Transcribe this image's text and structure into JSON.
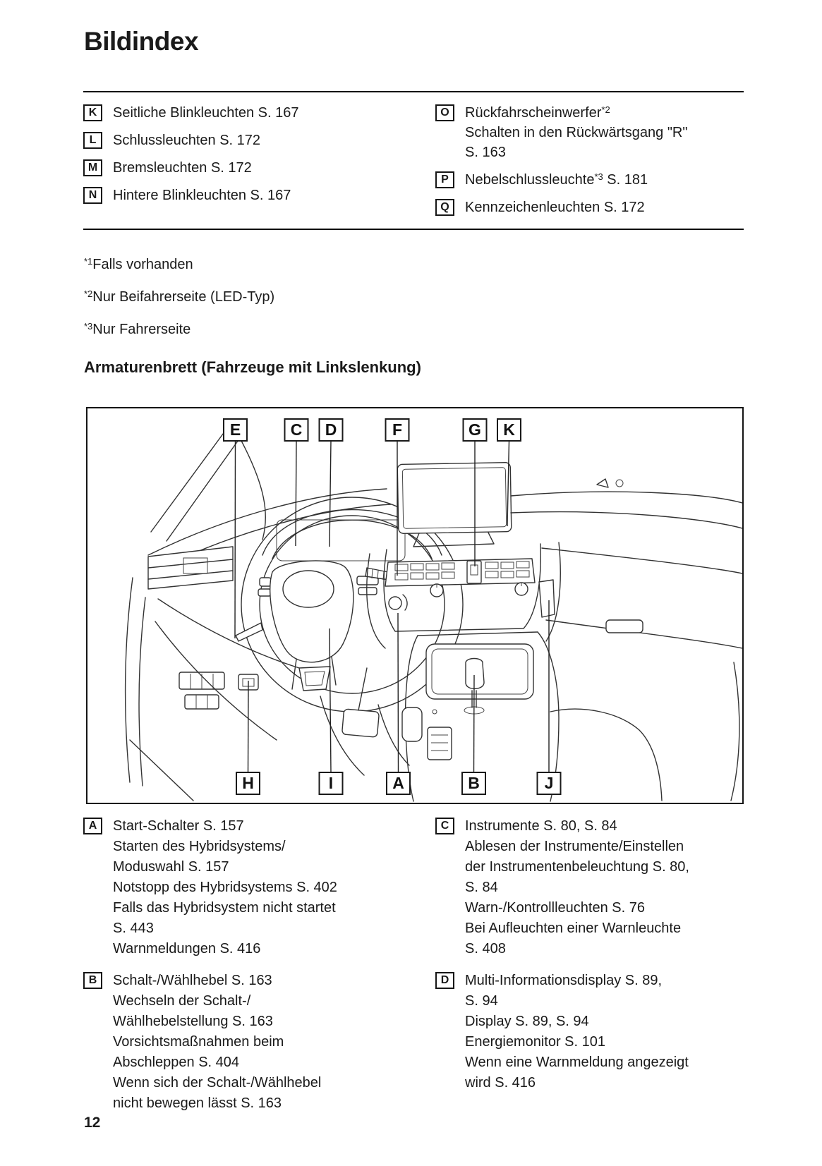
{
  "page": {
    "title": "Bildindex",
    "number": "12",
    "section_heading": "Armaturenbrett (Fahrzeuge mit Linkslenkung)"
  },
  "legend_top": {
    "left": [
      {
        "letter": "K",
        "text": "Seitliche Blinkleuchten S. 167"
      },
      {
        "letter": "L",
        "text": "Schlussleuchten S. 172"
      },
      {
        "letter": "M",
        "text": "Bremsleuchten S. 172"
      },
      {
        "letter": "N",
        "text": "Hintere Blinkleuchten S. 167"
      }
    ],
    "right": [
      {
        "letter": "O",
        "title": "Rückfahrscheinwerfer",
        "sup": "*2",
        "after": "",
        "lines": "Schalten in den Rückwärtsgang \"R\"\nS. 163"
      },
      {
        "letter": "P",
        "title": "Nebelschlussleuchte",
        "sup": "*3",
        "after": " S. 181",
        "lines": ""
      },
      {
        "letter": "Q",
        "title": "Kennzeichenleuchten S. 172",
        "sup": "",
        "after": "",
        "lines": ""
      }
    ]
  },
  "footnotes": [
    {
      "sup": "*1",
      "text": "Falls vorhanden"
    },
    {
      "sup": "*2",
      "text": "Nur Beifahrerseite (LED-Typ)"
    },
    {
      "sup": "*3",
      "text": "Nur Fahrerseite"
    }
  ],
  "figure": {
    "top_labels": [
      {
        "letter": "E"
      },
      {
        "letter": "C"
      },
      {
        "letter": "D"
      },
      {
        "letter": "F"
      },
      {
        "letter": "G"
      },
      {
        "letter": "K"
      }
    ],
    "bottom_labels": [
      {
        "letter": "H"
      },
      {
        "letter": "I"
      },
      {
        "letter": "A"
      },
      {
        "letter": "B"
      },
      {
        "letter": "J"
      }
    ]
  },
  "legend_bottom": {
    "left": [
      {
        "letter": "A",
        "title": "Start-Schalter S. 157",
        "lines": "Starten des Hybridsystems/\nModuswahl S. 157\nNotstopp des Hybridsystems S. 402\nFalls das Hybridsystem nicht startet\nS. 443\nWarnmeldungen S. 416"
      },
      {
        "letter": "B",
        "title": "Schalt-/Wählhebel S. 163",
        "lines": "Wechseln der Schalt-/\nWählhebelstellung S. 163\nVorsichtsmaßnahmen beim\nAbschleppen S. 404\nWenn sich der Schalt-/Wählhebel\nnicht bewegen lässt S. 163"
      }
    ],
    "right": [
      {
        "letter": "C",
        "title": "Instrumente S. 80, S. 84",
        "lines": "Ablesen der Instrumente/Einstellen\nder Instrumentenbeleuchtung S. 80,\nS. 84\nWarn-/Kontrollleuchten S. 76\nBei Aufleuchten einer Warnleuchte\nS. 408"
      },
      {
        "letter": "D",
        "title": "Multi-Informationsdisplay S. 89,",
        "lines": "S. 94\nDisplay S. 89, S. 94\nEnergiemonitor S. 101\nWenn eine Warnmeldung angezeigt\nwird S. 416"
      }
    ]
  },
  "colors": {
    "ink": "#1a1a1a",
    "line_art": "#333333",
    "background": "#ffffff"
  }
}
